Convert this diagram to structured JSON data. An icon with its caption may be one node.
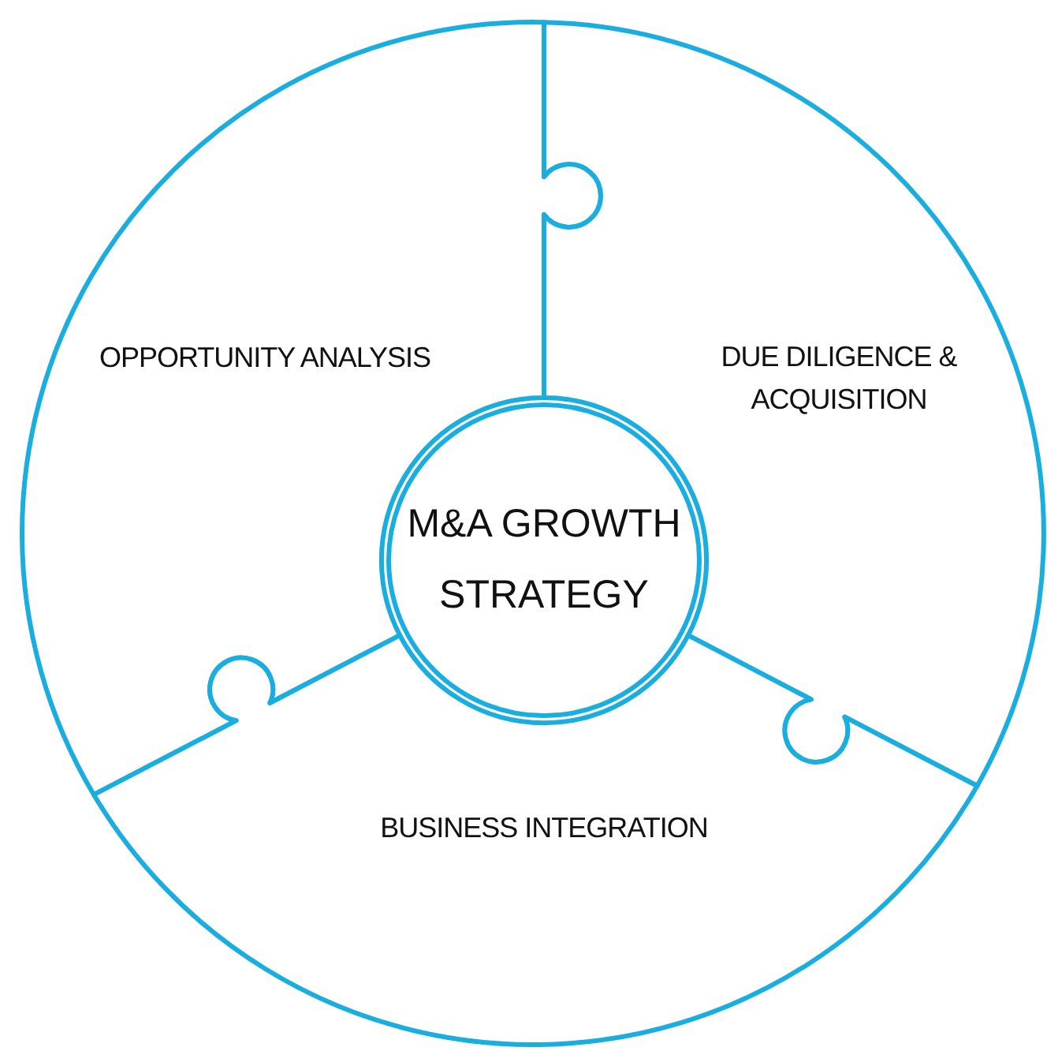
{
  "diagram": {
    "nodes": [
      {
        "text": [
          "OPPORTUNITY ANALYSIS"
        ]
      },
      {
        "text": [
          "DUE DILIGENCE & ACQUISITION"
        ]
      },
      {
        "text": [
          "M&A GROWTH STRATEGY"
        ]
      },
      {
        "text": [
          "BUSINESS INTEGRATION"
        ]
      }
    ]
  }
}
